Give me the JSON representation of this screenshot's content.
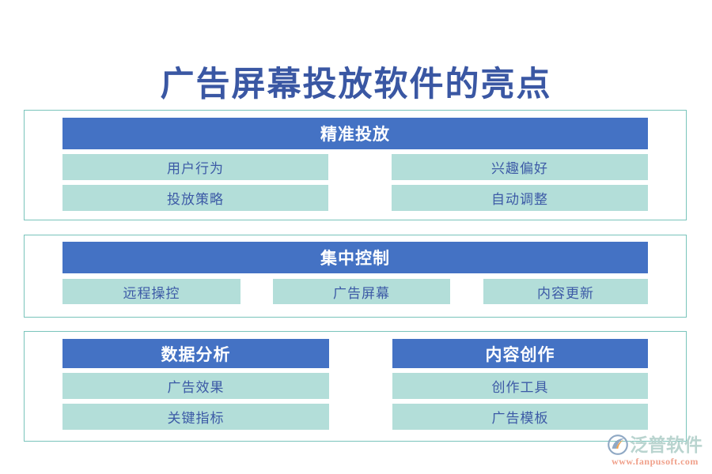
{
  "page": {
    "title": "广告屏幕投放软件的亮点",
    "background_color": "#ffffff",
    "title_color": "#3a57a3",
    "header_bar_color": "#4472c4",
    "item_bar_color": "#b3ded9",
    "item_text_color": "#3c5aa6",
    "container_border_color": "#79c4bb"
  },
  "sections": [
    {
      "id": "section-1",
      "layout": "two-column",
      "groups": [
        {
          "header": "精准投放",
          "items": [
            "用户行为",
            "兴趣偏好",
            "投放策略",
            "自动调整"
          ]
        }
      ]
    },
    {
      "id": "section-2",
      "layout": "three-column",
      "groups": [
        {
          "header": "集中控制",
          "items": [
            "远程操控",
            "广告屏幕",
            "内容更新"
          ]
        }
      ]
    },
    {
      "id": "section-3",
      "layout": "split",
      "groups": [
        {
          "header": "数据分析",
          "items": [
            "广告效果",
            "关键指标"
          ]
        },
        {
          "header": "内容创作",
          "items": [
            "创作工具",
            "广告模板"
          ]
        }
      ]
    }
  ],
  "logo": {
    "icon": "fanpu-swoosh-logo-icon",
    "name": "泛普软件",
    "url": "www.fanpusoft.com",
    "name_color": "#b9d4cf",
    "url_color": "#f0a08a"
  }
}
